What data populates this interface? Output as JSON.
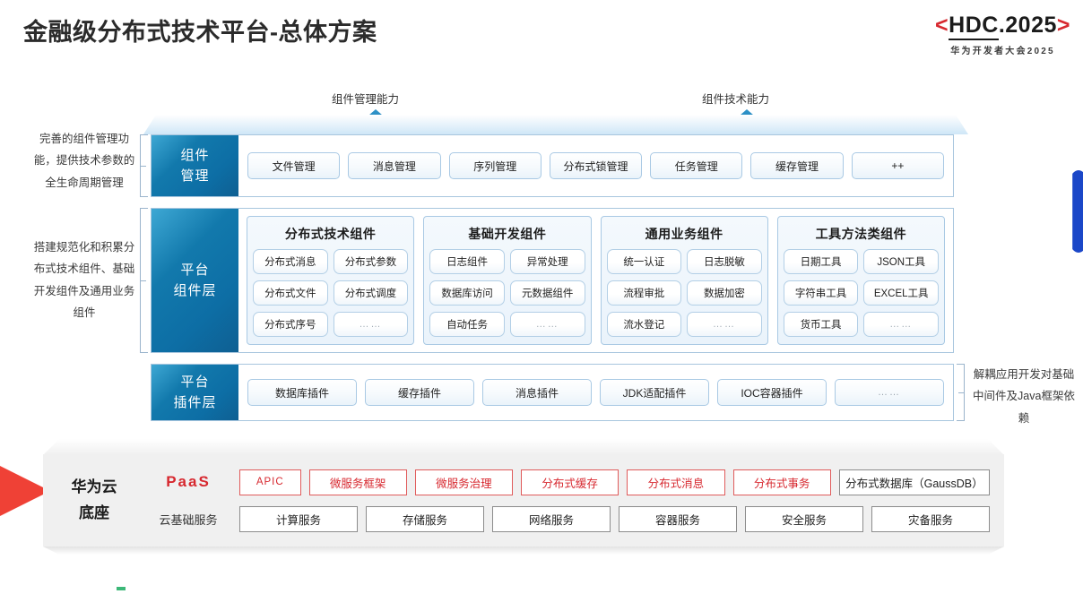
{
  "header": {
    "title": "金融级分布式技术平台-总体方案",
    "logo_bracket_left": "<",
    "logo_bracket_right": ">",
    "logo_hdc": "HDC",
    "logo_dotyear": ".2025",
    "logo_sub": "华为开发者大会2025"
  },
  "arrows": {
    "left_label": "组件管理能力",
    "right_label": "组件技术能力"
  },
  "side_notes": {
    "left_top": "完善的组件管理功能，提供技术参数的全生命周期管理",
    "left_mid": "搭建规范化和积累分布式技术组件、基础开发组件及通用业务组件",
    "right_bottom": "解耦应用开发对基础中间件及Java框架依赖"
  },
  "layers": {
    "component_mgmt": {
      "label": "组件\n管理",
      "label_line1": "组件",
      "label_line2": "管理",
      "chips": [
        "文件管理",
        "消息管理",
        "序列管理",
        "分布式锁管理",
        "任务管理",
        "缓存管理",
        "++"
      ]
    },
    "platform_component": {
      "label_line1": "平台",
      "label_line2": "组件层",
      "groups": [
        {
          "title": "分布式技术组件",
          "cells": [
            "分布式消息",
            "分布式参数",
            "分布式文件",
            "分布式调度",
            "分布式序号",
            "……"
          ]
        },
        {
          "title": "基础开发组件",
          "cells": [
            "日志组件",
            "异常处理",
            "数据库访问",
            "元数据组件",
            "自动任务",
            "……"
          ]
        },
        {
          "title": "通用业务组件",
          "cells": [
            "统一认证",
            "日志脱敏",
            "流程审批",
            "数据加密",
            "流水登记",
            "……"
          ]
        },
        {
          "title": "工具方法类组件",
          "cells": [
            "日期工具",
            "JSON工具",
            "字符串工具",
            "EXCEL工具",
            "货币工具",
            "……"
          ]
        }
      ]
    },
    "platform_plugin": {
      "label_line1": "平台",
      "label_line2": "插件层",
      "chips": [
        "数据库插件",
        "缓存插件",
        "消息插件",
        "JDK适配插件",
        "IOC容器插件",
        "……"
      ]
    }
  },
  "paas": {
    "brand_line1": "华为云",
    "brand_line2": "底座",
    "row1_label": "PaaS",
    "row1_items": [
      "APIC",
      "微服务框架",
      "微服务治理",
      "分布式缓存",
      "分布式消息",
      "分布式事务",
      "分布式数据库（GaussDB）"
    ],
    "row2_label": "云基础服务",
    "row2_items": [
      "计算服务",
      "存储服务",
      "网络服务",
      "容器服务",
      "安全服务",
      "灾备服务"
    ]
  },
  "colors": {
    "brand_red": "#d7282f",
    "layer_blue": "#0d6ea5",
    "accent_blue": "#1b47c8",
    "wedge_red": "#ef4136"
  }
}
